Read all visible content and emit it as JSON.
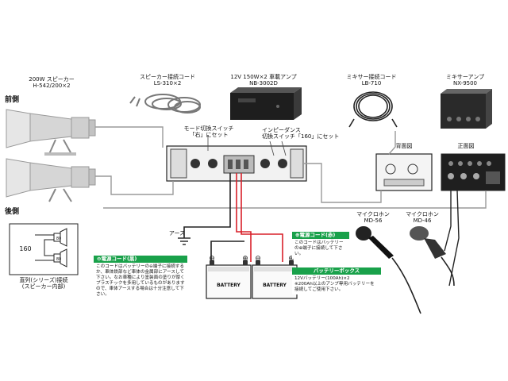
{
  "labels": {
    "speaker": [
      "200W スピーカー",
      "H-542/200×2"
    ],
    "front": "前側",
    "rear": "後側",
    "speaker_cord": [
      "スピーカー接続コード",
      "LS-310×2"
    ],
    "amp": [
      "12V 150W×2 車載アンプ",
      "NB-3002D"
    ],
    "mixer_cord": [
      "ミキサー接続コード",
      "LB-710"
    ],
    "mixer": [
      "ミキサーアンプ",
      "NX-9500"
    ],
    "mode_switch": [
      "モード切換スイッチ",
      "「右」にセット"
    ],
    "impedance_switch": [
      "インピーダンス",
      "切換スイッチ「160」にセット"
    ],
    "mixer_back": "背面図",
    "mixer_front": "正面図",
    "mic1": [
      "マイクロホン",
      "MD-56"
    ],
    "mic2": [
      "マイクロホン",
      "MD-46"
    ],
    "earth": "アース",
    "series_value": "160",
    "coil_values": [
      "80",
      "80"
    ],
    "series_caption": [
      "直列(シリーズ)接続",
      "(スピーカー内部)"
    ],
    "battery_box": "バッテリーボックス",
    "battery_text": [
      "BATTERY",
      "BATTERY"
    ],
    "battery_spec": [
      "12Vバッテリー(100Ah)×2",
      "※200Ah以上のアンプ専用バッテリーを",
      "接続してご使用下さい。"
    ],
    "minus": "⊖",
    "plus": "⊕"
  },
  "neg_cord": {
    "title": "⊖電源コード(黒)",
    "body": "このコードはバッテリーの⊖端子に接続するか、車体鉄部など車体の金属部にアースして下さい。なお車種により塗装面の塗りが厚くプラスチックを多用しているものがありますので、車体アースする場合は十分注意して下さい。"
  },
  "pos_cord": {
    "title": "⊕電源コード(赤)",
    "body": "このコードはバッテリーの⊕端子に接続して下さい。"
  },
  "colors": {
    "green": "#19a14a",
    "red_wire": "#d8202a",
    "black_wire": "#222222",
    "grey_wire": "#9a9a9a"
  }
}
